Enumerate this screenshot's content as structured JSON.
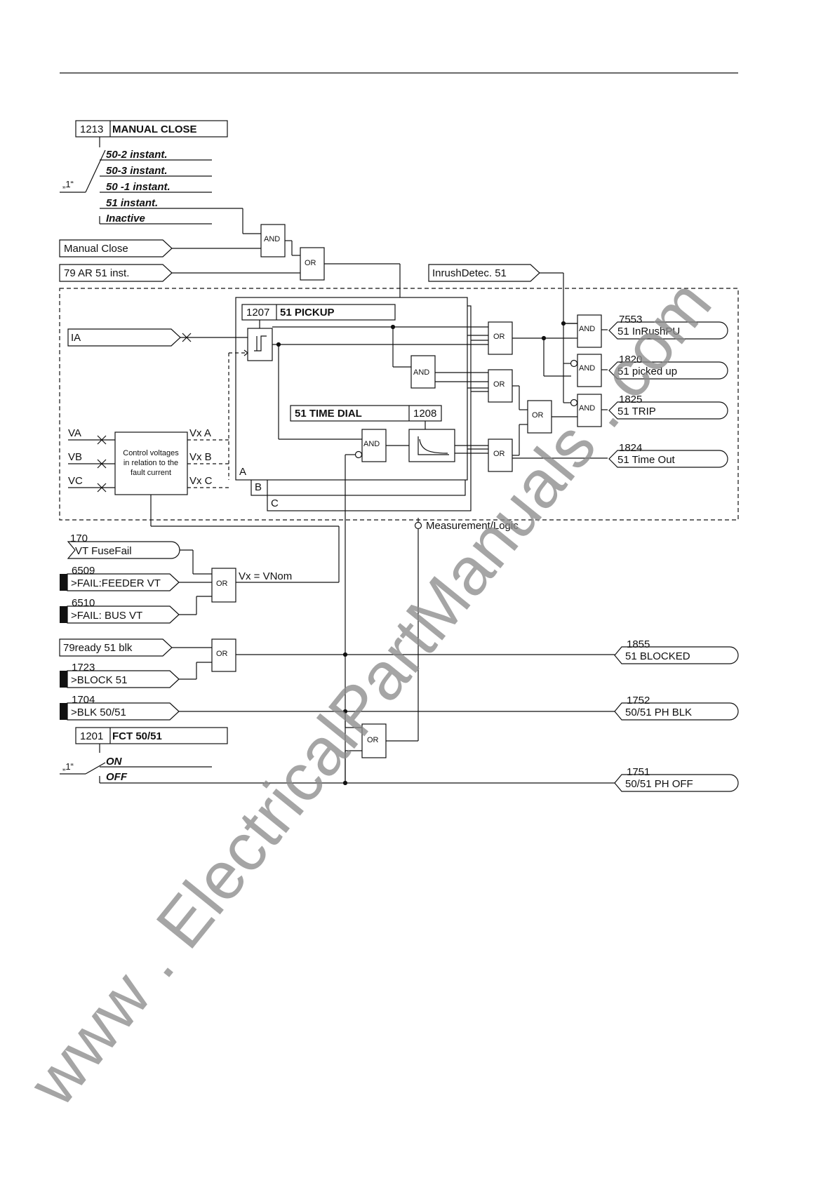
{
  "param_1213": {
    "number": "1213",
    "title": "MANUAL CLOSE"
  },
  "manual_close_options": [
    "50-2 instant.",
    "50-3 instant.",
    "50 -1 instant.",
    "51 instant.",
    "Inactive"
  ],
  "switch_one_label": "„1“",
  "inputs": {
    "manual_close": "Manual Close",
    "ar_51_inst": "79 AR 51 inst.",
    "inrush": "InrushDetec. 51",
    "ia": "IA",
    "va": "VA",
    "vb": "VB",
    "vc": "VC",
    "ready_blk": "79ready 51 blk"
  },
  "gates": {
    "and": "AND",
    "or": "OR"
  },
  "param_1207": {
    "number": "1207",
    "title": "51 PICKUP"
  },
  "param_1208": {
    "number": "1208",
    "title": "51 TIME DIAL"
  },
  "control_block": [
    "Control voltages",
    "in relation to the",
    "fault current"
  ],
  "vx_labels": {
    "a": "Vx A",
    "b": "Vx B",
    "c": "Vx C"
  },
  "phase_labels": {
    "a": "A",
    "b": "B",
    "c": "C"
  },
  "outputs": {
    "o7553": {
      "number": "7553",
      "label": "51 InRushPU"
    },
    "o1820": {
      "number": "1820",
      "label": "51 picked up"
    },
    "o1825": {
      "number": "1825",
      "label": "51 TRIP"
    },
    "o1824": {
      "number": "1824",
      "label": "51 Time Out"
    },
    "o1855": {
      "number": "1855",
      "label": "51 BLOCKED"
    },
    "o1752": {
      "number": "1752",
      "label": "50/51 PH BLK"
    },
    "o1751": {
      "number": "1751",
      "label": "50/51 PH OFF"
    }
  },
  "measurement_logic": "Measurement/Logic",
  "binary_inputs": {
    "i170": {
      "number": "170",
      "label": "VT FuseFail"
    },
    "i6509": {
      "number": "6509",
      "label": ">FAIL:FEEDER VT"
    },
    "i6510": {
      "number": "6510",
      "label": ">FAIL: BUS VT"
    },
    "i1723": {
      "number": "1723",
      "label": ">BLOCK 51"
    },
    "i1704": {
      "number": "1704",
      "label": ">BLK 50/51"
    }
  },
  "vx_vnom": "Vx = VNom",
  "param_1201": {
    "number": "1201",
    "title": "FCT 50/51"
  },
  "fct_options": [
    "ON",
    "OFF"
  ],
  "watermark": "www . ElectricalPartManuals . com"
}
